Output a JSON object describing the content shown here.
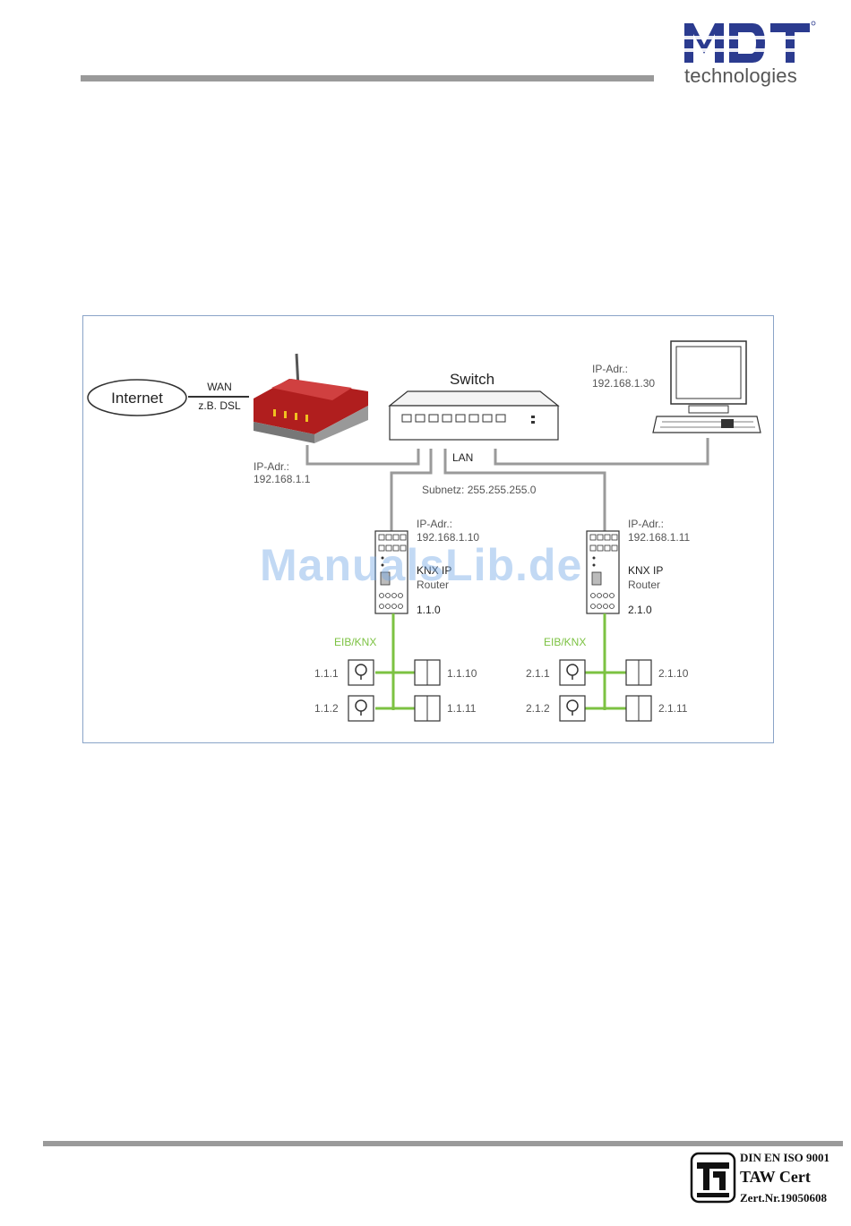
{
  "logo": {
    "brand": "MDT",
    "sub": "technologies",
    "color": "#2b3b8f"
  },
  "diagram": {
    "internet": "Internet",
    "wan": "WAN",
    "dsl": "z.B. DSL",
    "switch": "Switch",
    "lan": "LAN",
    "subnet": "Subnetz: 255.255.255.0",
    "router_ip_label": "IP-Adr.:",
    "router_ip": "192.168.1.1",
    "pc_ip_label": "IP-Adr.:",
    "pc_ip": "192.168.1.30",
    "knx_left": {
      "ip_label": "IP-Adr.:",
      "ip": "192.168.1.10",
      "name1": "KNX IP",
      "name2": "Router",
      "addr": "1.1.0"
    },
    "knx_right": {
      "ip_label": "IP-Adr.:",
      "ip": "192.168.1.11",
      "name1": "KNX IP",
      "name2": "Router",
      "addr": "2.1.0"
    },
    "bus_left": "EIB/KNX",
    "bus_right": "EIB/KNX",
    "dev_left": {
      "lamp1": "1.1.1",
      "lamp2": "1.1.2",
      "sw1": "1.1.10",
      "sw2": "1.1.11"
    },
    "dev_right": {
      "lamp1": "2.1.1",
      "lamp2": "2.1.2",
      "sw1": "2.1.10",
      "sw2": "2.1.11"
    },
    "bus_color": "#7cc242"
  },
  "watermark": "ManualsLib.de",
  "cert": {
    "line1": "DIN EN ISO 9001",
    "line2": "TAW Cert",
    "line3": "Zert.Nr.19050608"
  }
}
